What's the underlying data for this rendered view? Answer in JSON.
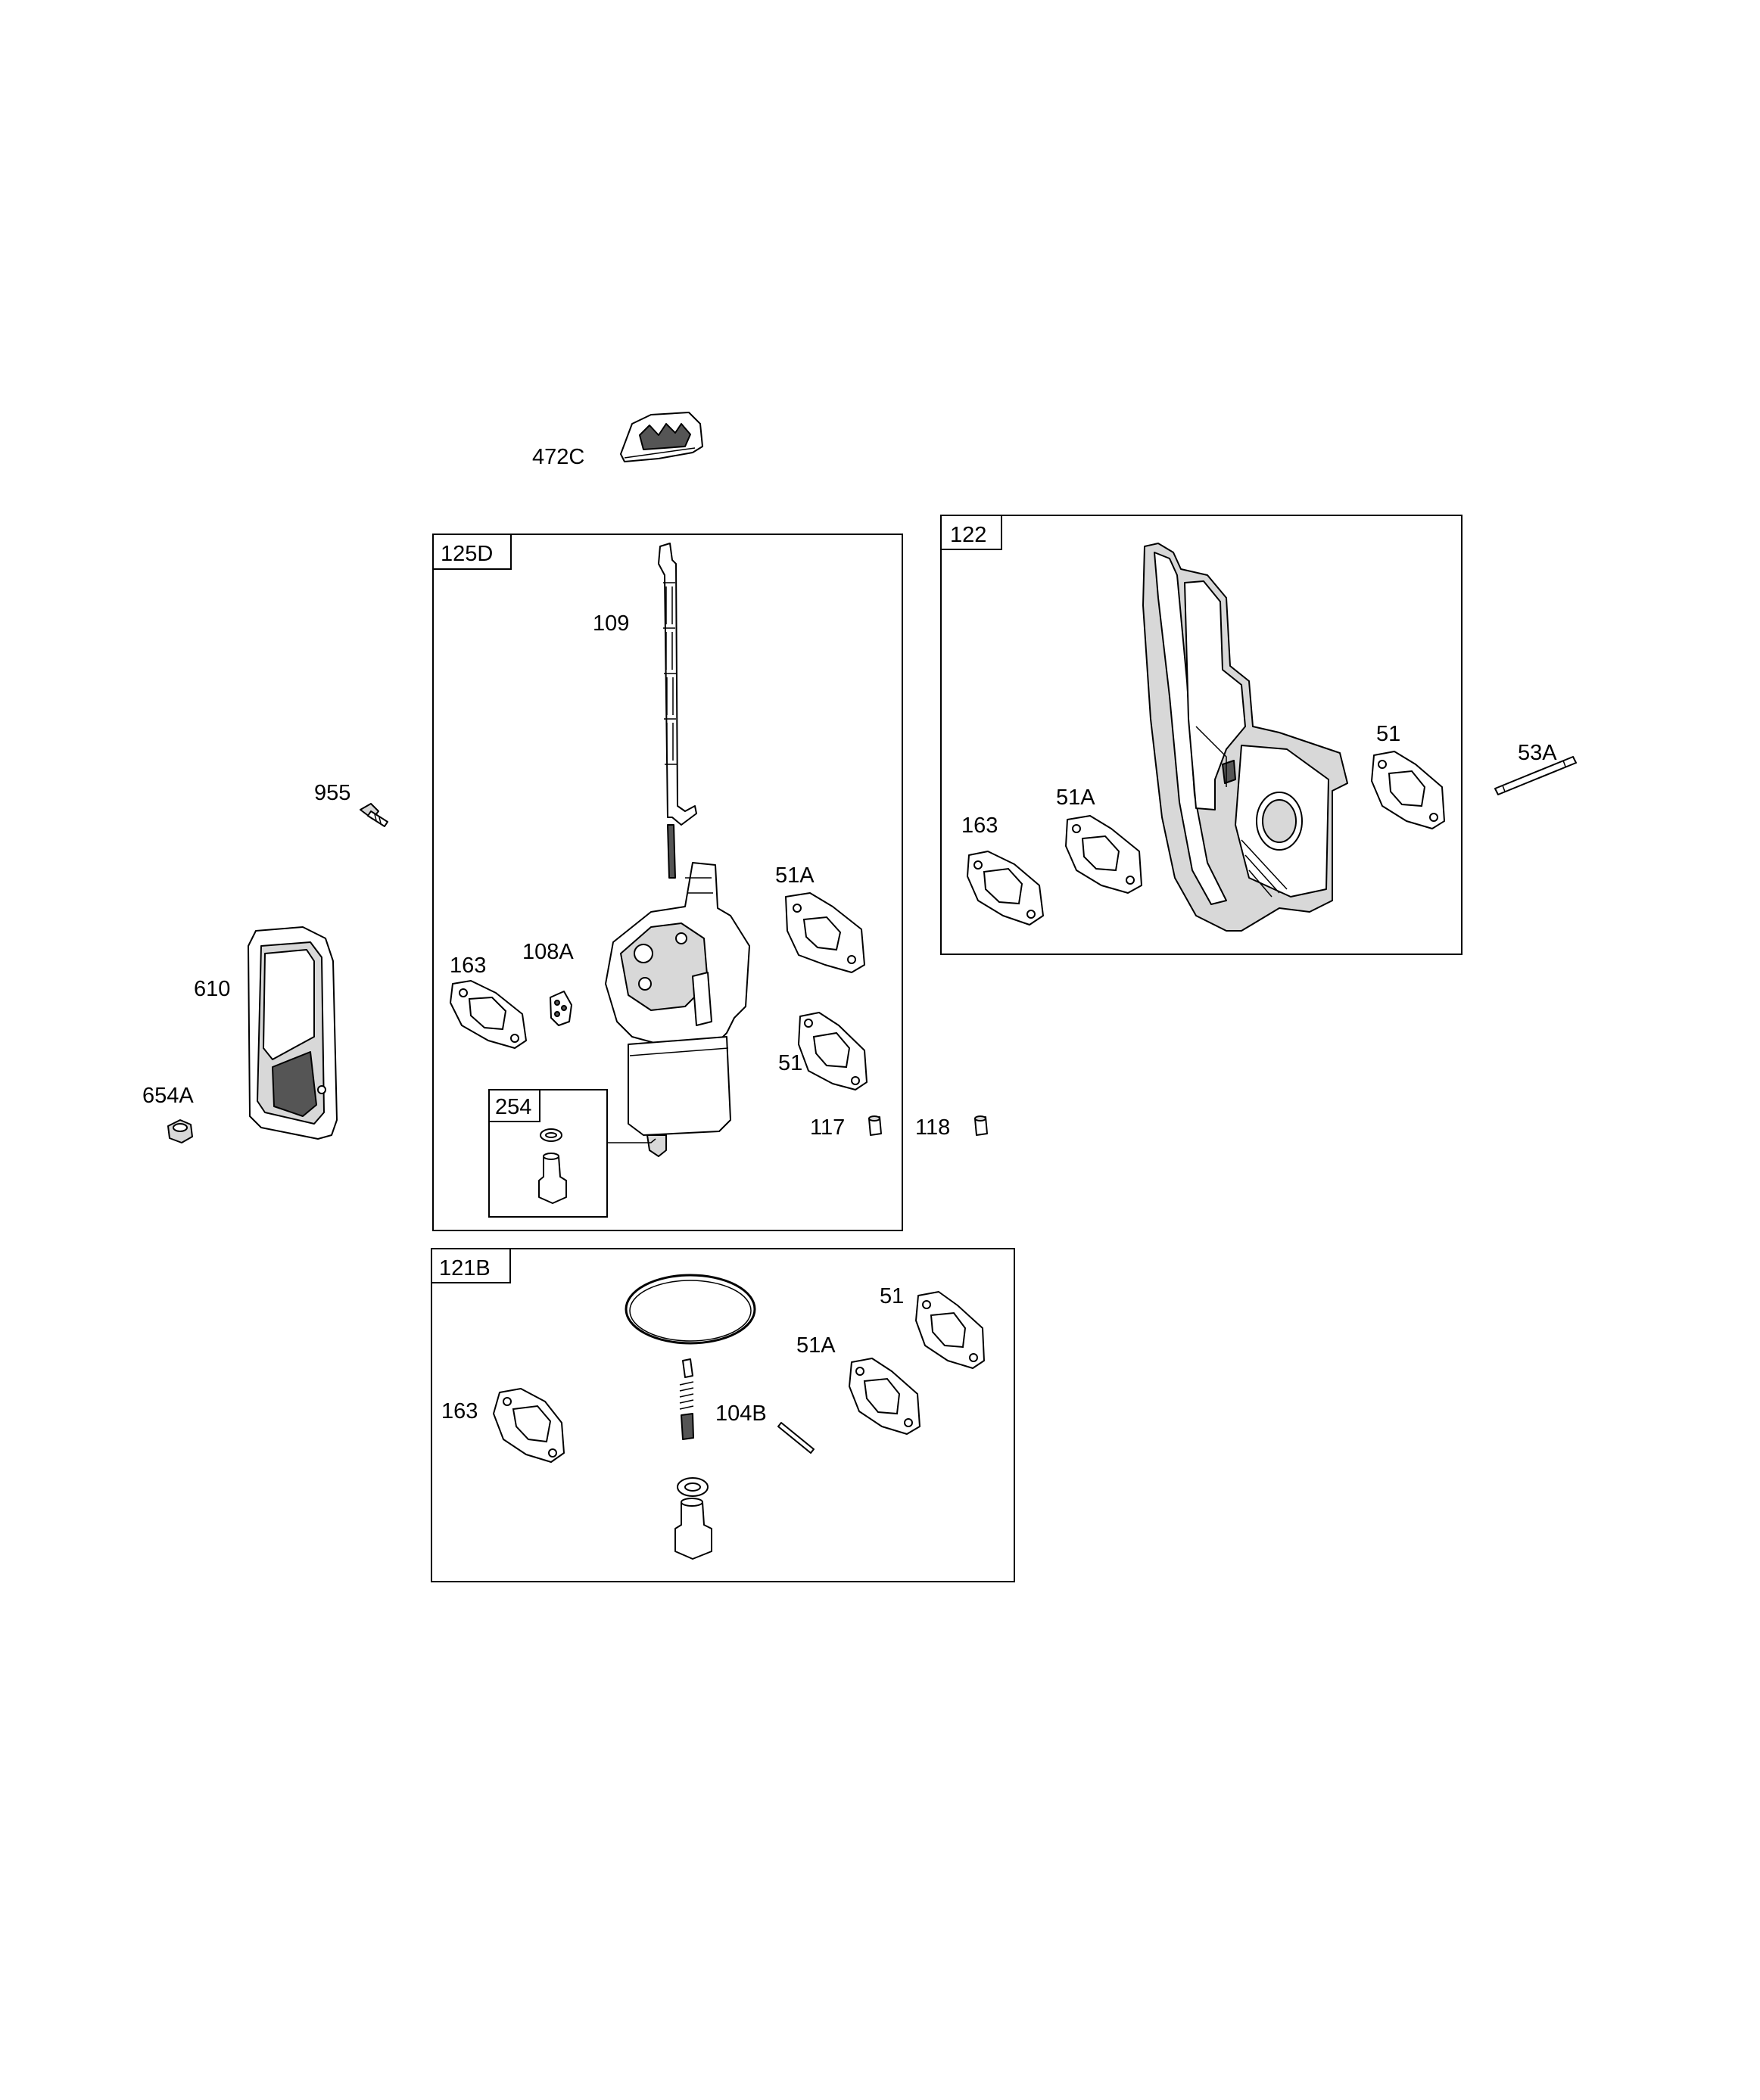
{
  "parts": {
    "p472C": "472C",
    "p955": "955",
    "p610": "610",
    "p654A": "654A",
    "p117": "117",
    "p118": "118",
    "p53A": "53A"
  },
  "kits": {
    "k125D": {
      "id": "125D",
      "items": {
        "p109": "109",
        "p163": "163",
        "p108A": "108A",
        "p51A": "51A",
        "p51": "51"
      },
      "sub": {
        "id": "254"
      }
    },
    "k122": {
      "id": "122",
      "items": {
        "p163": "163",
        "p51A": "51A",
        "p51": "51"
      }
    },
    "k121B": {
      "id": "121B",
      "items": {
        "p163": "163",
        "p51": "51",
        "p51A": "51A",
        "p104B": "104B"
      }
    }
  }
}
